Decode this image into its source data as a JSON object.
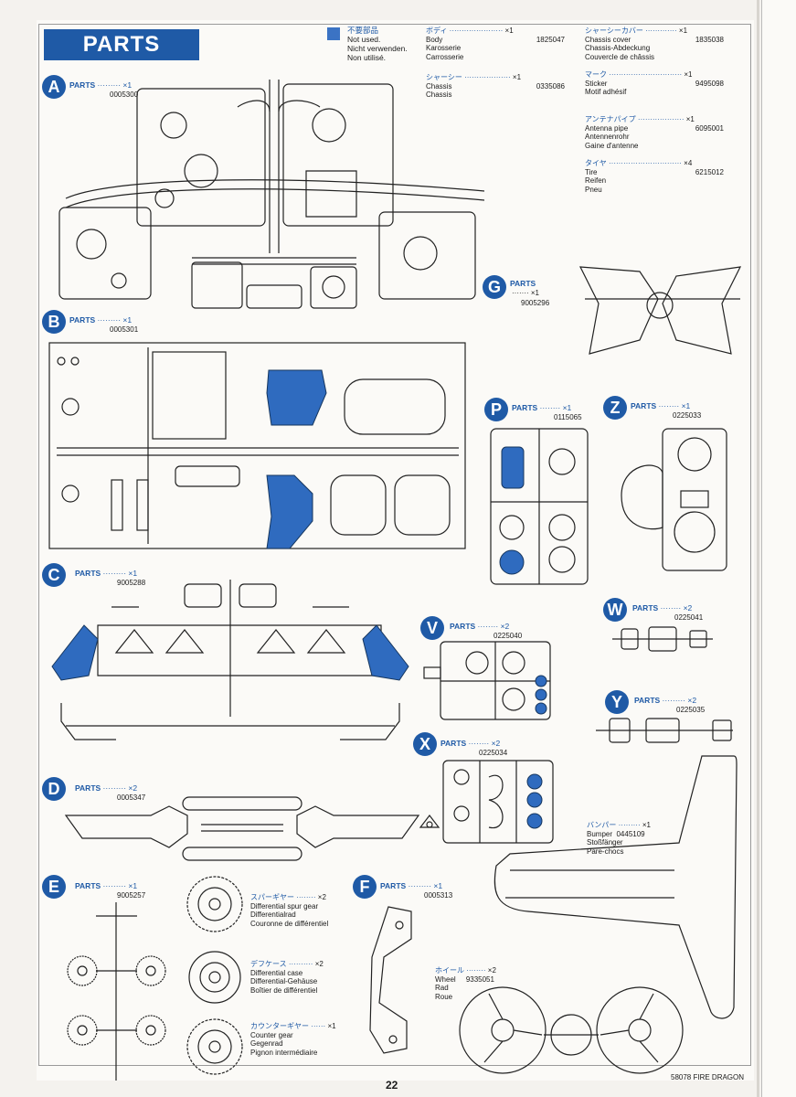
{
  "header": {
    "title": "PARTS"
  },
  "legend": {
    "jp": "不要部品",
    "en": "Not used.",
    "de": "Nicht verwenden.",
    "fr": "Non utilisé."
  },
  "spare_items": [
    {
      "jp": "ボディ",
      "qty": "×1",
      "en": "Body",
      "de": "Karosserie",
      "fr": "Carrosserie",
      "code": "1825047"
    },
    {
      "jp": "シャーシー",
      "qty": "×1",
      "en": "Chassis",
      "de": "Chassis",
      "fr": "Châssis",
      "code": "0335086"
    },
    {
      "jp": "シャーシーカバー",
      "qty": "×1",
      "en": "Chassis cover",
      "de": "Chassis-Abdeckung",
      "fr": "Couvercle de châssis",
      "code": "1835038"
    },
    {
      "jp": "マーク",
      "qty": "×1",
      "en": "Sticker",
      "de": "Motif adhésif",
      "fr": "",
      "code": "9495098"
    },
    {
      "jp": "アンテナパイプ",
      "qty": "×1",
      "en": "Antenna pipe",
      "de": "Antennenrohr",
      "fr": "Gaine d'antenne",
      "code": "6095001"
    },
    {
      "jp": "タイヤ",
      "qty": "×4",
      "en": "Tire",
      "de": "Reifen",
      "fr": "Pneu",
      "code": "6215012"
    }
  ],
  "parts": {
    "A": {
      "letter": "A",
      "label": "PARTS",
      "qty": "×1",
      "code": "0005300"
    },
    "B": {
      "letter": "B",
      "label": "PARTS",
      "qty": "×1",
      "code": "0005301"
    },
    "C": {
      "letter": "C",
      "label": "PARTS",
      "qty": "×1",
      "code": "9005288"
    },
    "D": {
      "letter": "D",
      "label": "PARTS",
      "qty": "×2",
      "code": "0005347"
    },
    "E": {
      "letter": "E",
      "label": "PARTS",
      "qty": "×1",
      "code": "9005257"
    },
    "F": {
      "letter": "F",
      "label": "PARTS",
      "qty": "×1",
      "code": "0005313"
    },
    "G": {
      "letter": "G",
      "label": "PARTS",
      "qty": "×1",
      "code": "9005296"
    },
    "P": {
      "letter": "P",
      "label": "PARTS",
      "qty": "×1",
      "code": "0115065"
    },
    "Z": {
      "letter": "Z",
      "label": "PARTS",
      "qty": "×1",
      "code": "0225033"
    },
    "V": {
      "letter": "V",
      "label": "PARTS",
      "qty": "×2",
      "code": "0225040"
    },
    "W": {
      "letter": "W",
      "label": "PARTS",
      "qty": "×2",
      "code": "0225041"
    },
    "X": {
      "letter": "X",
      "label": "PARTS",
      "qty": "×2",
      "code": "0225034"
    },
    "Y": {
      "letter": "Y",
      "label": "PARTS",
      "qty": "×2",
      "code": "0225035"
    }
  },
  "gear_items": [
    {
      "jp": "スパーギヤー",
      "qty": "×2",
      "en": "Differential spur gear",
      "de": "Differentialrad",
      "fr": "Couronne de différentiel"
    },
    {
      "jp": "デフケース",
      "qty": "×2",
      "en": "Differential case",
      "de": "Differential-Gehäuse",
      "fr": "Boîtier de différentiel"
    },
    {
      "jp": "カウンターギヤー",
      "qty": "×1",
      "en": "Counter gear",
      "de": "Gegenrad",
      "fr": "Pignon intermédiaire"
    }
  ],
  "bumper": {
    "jp": "バンパー",
    "qty": "×1",
    "en": "Bumper",
    "code": "0445109",
    "de": "Stoßfänger",
    "fr": "Pare-chocs"
  },
  "wheel": {
    "jp": "ホイール",
    "qty": "×2",
    "en": "Wheel",
    "code": "9335051",
    "de": "Rad",
    "fr": "Roue"
  },
  "footer": {
    "page": "22",
    "model": "58078 FIRE DRAGON"
  }
}
